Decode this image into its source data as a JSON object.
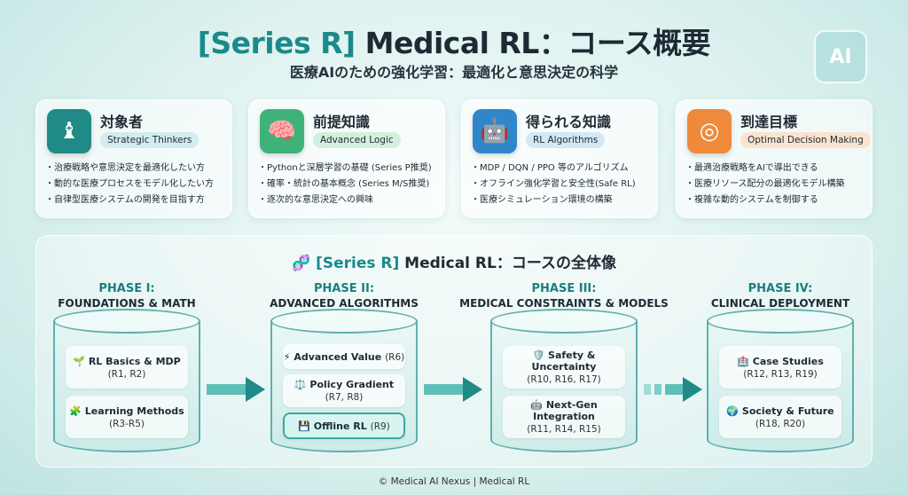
{
  "header": {
    "title_tag": "[Series R]",
    "title_rest": " Medical RL：コース概要",
    "subtitle": "医療AIのための強化学習：最適化と意思決定の科学"
  },
  "cards": [
    {
      "title": "対象者",
      "badge": "Strategic Thinkers",
      "icon": "chess-bishop-icon",
      "color": "#1f8a86",
      "badge_color": "#d2ecef",
      "bullets": [
        "治療戦略や意思決定を最適化したい方",
        "動的な医療プロセスをモデル化したい方",
        "自律型医療システムの開発を目指す方"
      ]
    },
    {
      "title": "前提知識",
      "badge": "Advanced Logic",
      "icon": "brain-icon",
      "color": "#3fb27a",
      "badge_color": "#d3f0dc",
      "bullets": [
        "Pythonと深層学習の基礎 (Series P推奨)",
        "確率・統計の基本概念 (Series M/S推奨)",
        "逐次的な意思決定への興味"
      ]
    },
    {
      "title": "得られる知識",
      "badge": "RL Algorithms",
      "icon": "robot-icon",
      "color": "#2f86c8",
      "badge_color": "#d3e8f5",
      "bullets": [
        "MDP / DQN / PPO 等のアルゴリズム",
        "オフライン強化学習と安全性(Safe RL)",
        "医療シミュレーション環境の構築"
      ]
    },
    {
      "title": "到達目標",
      "badge": "Optimal Decision Making",
      "icon": "target-icon",
      "color": "#ee8a3a",
      "badge_color": "#fbe3cd",
      "bullets": [
        "最適治療戦略をAIで導出できる",
        "医療リソース配分の最適化モデル構築",
        "複雑な動的システムを制御する"
      ]
    }
  ],
  "roadmap": {
    "title_tag": "[Series R]",
    "title_rest": " Medical RL：コースの全体像",
    "phases": [
      {
        "name": "PHASE I:",
        "subtitle": "FOUNDATIONS & MATH",
        "modules": [
          {
            "icon": "🌱",
            "label": "RL Basics & MDP",
            "refs": "(R1, R2)"
          },
          {
            "icon": "🧩",
            "label": "Learning Methods",
            "refs": "(R3-R5)"
          }
        ]
      },
      {
        "name": "PHASE II:",
        "subtitle": "ADVANCED ALGORITHMS",
        "modules": [
          {
            "icon": "⚡",
            "label": "Advanced Value",
            "refs": "(R6)"
          },
          {
            "icon": "⚖️",
            "label": "Policy Gradient",
            "refs": "(R7, R8)"
          },
          {
            "icon": "💾",
            "label": "Offline RL",
            "refs": "(R9)"
          }
        ]
      },
      {
        "name": "PHASE III:",
        "subtitle": "MEDICAL CONSTRAINTS & MODELS",
        "modules": [
          {
            "icon": "🛡️",
            "label": "Safety & Uncertainty",
            "refs": "(R10, R16, R17)"
          },
          {
            "icon": "🤖",
            "label": "Next-Gen Integration",
            "refs": "(R11, R14, R15)"
          }
        ]
      },
      {
        "name": "PHASE IV:",
        "subtitle": "CLINICAL DEPLOYMENT",
        "modules": [
          {
            "icon": "🏥",
            "label": "Case Studies",
            "refs": "(R12, R13, R19)"
          },
          {
            "icon": "🌍",
            "label": "Society & Future",
            "refs": "(R18, R20)"
          }
        ]
      }
    ]
  },
  "footer": "© Medical AI Nexus | Medical RL"
}
